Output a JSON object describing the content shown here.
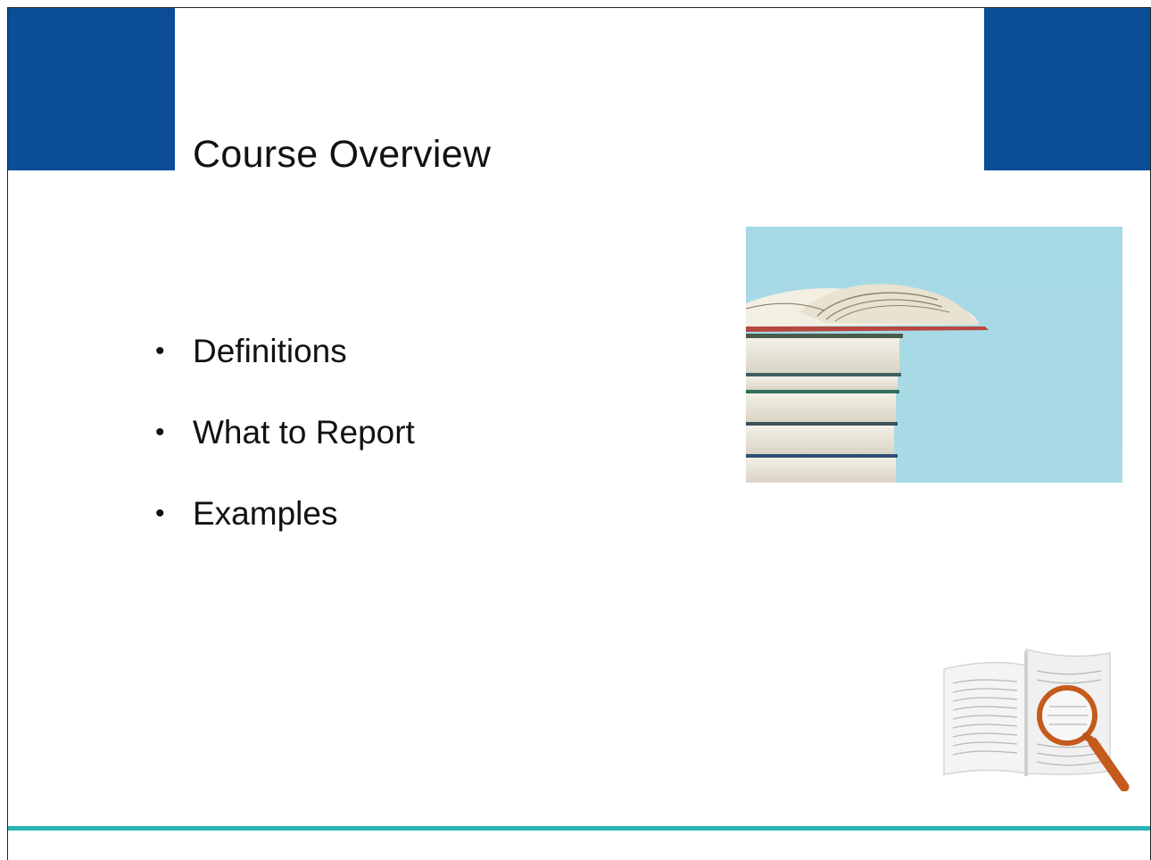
{
  "slide": {
    "title": "Course Overview",
    "bullets": [
      {
        "label": "Definitions"
      },
      {
        "label": "What to Report"
      },
      {
        "label": "Examples"
      }
    ],
    "bullet_glyph": "•"
  },
  "colors": {
    "accent_blue": "#0b4d96",
    "rule_teal": "#2bb3b5",
    "photo_background": "#a9dbe6",
    "magnifier": "#c45a1c"
  },
  "icons": {
    "photo": "book-stack-photo",
    "illustration": "open-book-magnifier-icon"
  }
}
